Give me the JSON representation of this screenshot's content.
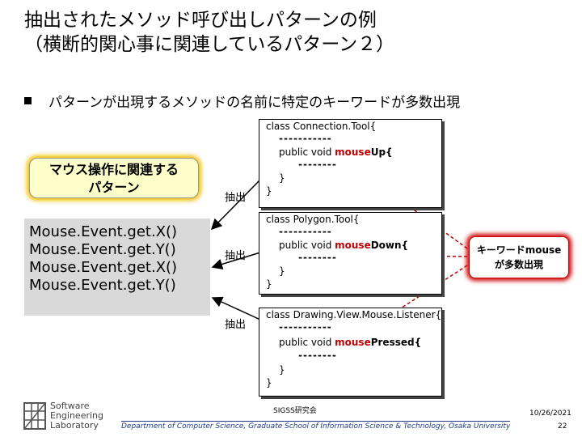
{
  "title": {
    "line1": "抽出されたメソッド呼び出しパターンの例",
    "line2": "（横断的関心事に関連しているパターン２）"
  },
  "bullet": "パターンが出現するメソッドの名前に特定のキーワードが多数出現",
  "pattern_box": {
    "line1": "マウス操作に関連する",
    "line2": "パターン"
  },
  "methods": [
    "Mouse.Event.get.X()",
    "Mouse.Event.get.Y()",
    "Mouse.Event.get.X()",
    "Mouse.Event.get.Y()"
  ],
  "extract_label": "抽出",
  "dots_long": "-----------",
  "dots_short": "--------",
  "notes": [
    {
      "class_line": "class Connection.Tool{",
      "method_prefix": "public void ",
      "method_kw": "mouse",
      "method_suffix": "Up{",
      "close_inner": "}",
      "close_outer": "}"
    },
    {
      "class_line": "class Polygon.Tool{",
      "method_prefix": "public void ",
      "method_kw": "mouse",
      "method_suffix": "Down{",
      "close_inner": "}",
      "close_outer": "}"
    },
    {
      "class_line": "class Drawing.View.Mouse.Listener{",
      "method_prefix": "public void ",
      "method_kw": "mouse",
      "method_suffix": "Pressed{",
      "close_inner": "}",
      "close_outer": "}"
    }
  ],
  "keyword_box": {
    "line1": "キーワードmouse",
    "line2": "が多数出現"
  },
  "footer": {
    "logo_line1": "Software",
    "logo_line2": "Engineering",
    "logo_line3": "Laboratory",
    "sigss": "SIGSS研究会",
    "date": "10/26/2021",
    "department": "Department of Computer Science, Graduate School of Information Science & Technology, Osaka University",
    "page_number": "22"
  },
  "colors": {
    "keyword_red": "#c00000",
    "pattern_box_bg": "#ffffcc",
    "pattern_glow": "#f3c000",
    "method_panel": "#d9d9d9",
    "footer_blue": "#1f3c88"
  }
}
